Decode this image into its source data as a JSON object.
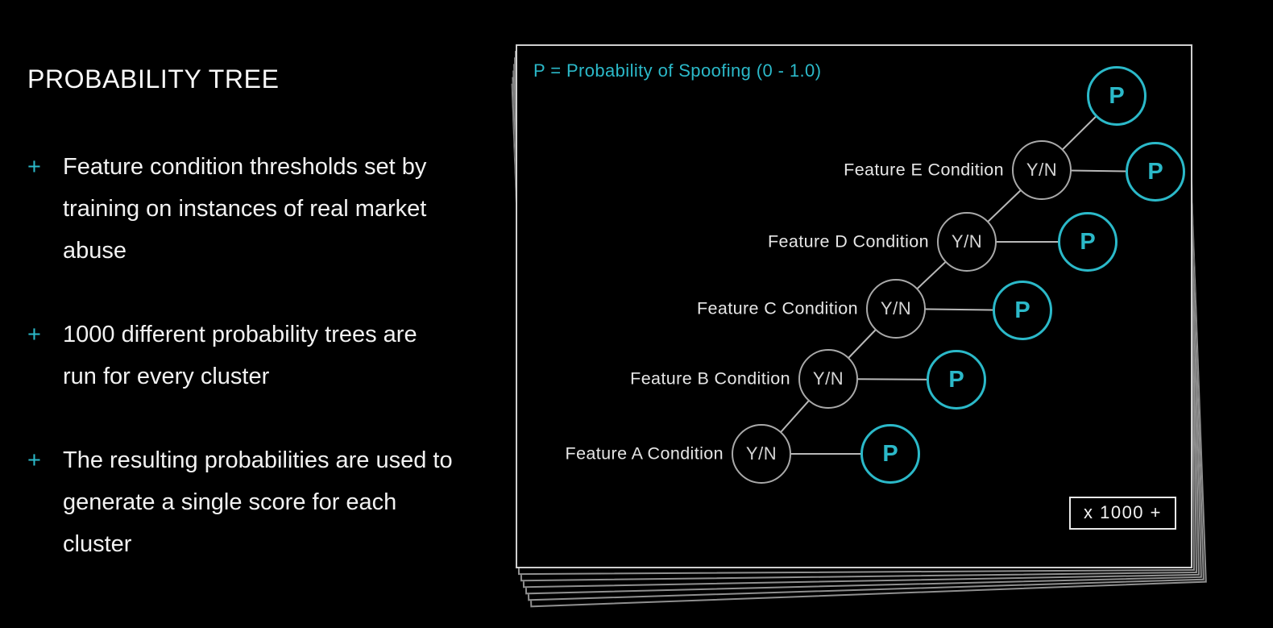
{
  "left_panel": {
    "title": "PROBABILITY TREE",
    "bullets": [
      {
        "marker": "+",
        "text": "Feature condition thresholds set by training on instances of real market abuse"
      },
      {
        "marker": "+",
        "text": "1000 different probability trees are run for every cluster"
      },
      {
        "marker": "+",
        "text": "The resulting probabilities are used to generate a single score for each cluster"
      }
    ]
  },
  "diagram": {
    "legend": "P = Probability of Spoofing (0 - 1.0)",
    "yn_label": "Y/N",
    "p_label": "P",
    "rows": [
      {
        "label": "Feature A Condition"
      },
      {
        "label": "Feature B Condition"
      },
      {
        "label": "Feature C Condition"
      },
      {
        "label": "Feature D Condition"
      },
      {
        "label": "Feature E Condition"
      }
    ],
    "multiplier": "x 1000 +",
    "colors": {
      "accent": "#2BB9C9",
      "line": "#B8B8B8",
      "node_gray": "#A9A9A9",
      "background": "#000000"
    }
  }
}
